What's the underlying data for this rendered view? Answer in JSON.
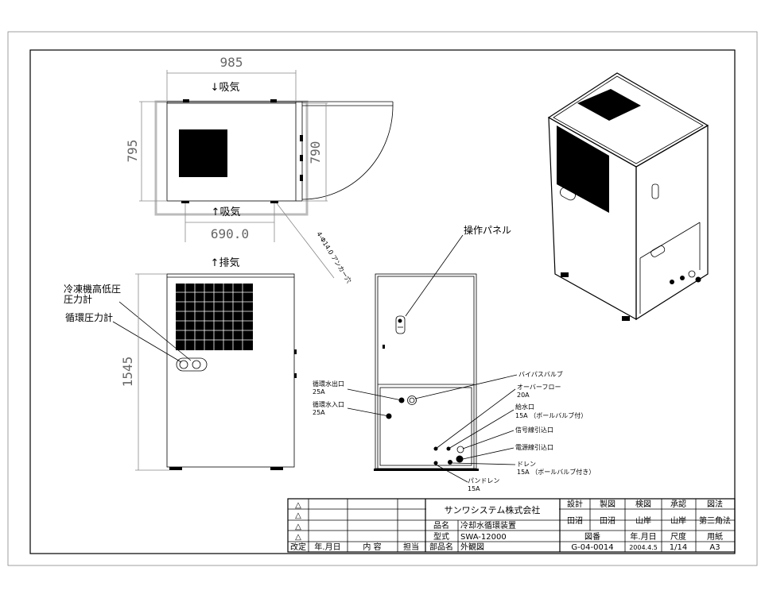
{
  "top_view": {
    "width_dim": "985",
    "intake_top": "↓吸気",
    "intake_bottom": "↑吸気",
    "depth_dim": "795",
    "inner_depth_dim": "790",
    "anchor_span_dim": "690.0",
    "anchor_note": "4-Φ14.0 アンカー穴"
  },
  "front_view": {
    "exhaust": "↑排気",
    "height_dim": "1545",
    "label_refrig_gauge_1": "冷凍機高低圧",
    "label_refrig_gauge_2": "圧力計",
    "label_circ_gauge": "循環圧力計"
  },
  "side_view": {
    "control_panel": "操作パネル",
    "circ_out": "循環水出口",
    "circ_out_size": "25A",
    "circ_in": "循環水入口",
    "circ_in_size": "25A",
    "bypass": "バイパスバルブ",
    "overflow": "オーバーフロー",
    "overflow_size": "20A",
    "supply": "給水口",
    "supply_size": "15A （ボールバルブ付）",
    "signal_inlet": "信号線引込口",
    "power_inlet": "電源線引込口",
    "drain": "ドレン",
    "drain_size": "15A （ボールバルブ付き）",
    "pan_drain": "パンドレン",
    "pan_drain_size": "15A"
  },
  "title_block": {
    "revision_mark": "△",
    "col_revision": "改定",
    "col_date": "年.月日",
    "col_content": "内 容",
    "col_person": "担当",
    "company": "サンワシステム株式会社",
    "label_product": "品名",
    "product": "冷却水循環装置",
    "label_model": "型式",
    "model": "SWA-12000",
    "label_part": "部品名",
    "part": "外観図",
    "label_design": "設計",
    "label_drawing": "製図",
    "label_check": "検図",
    "label_approve": "承認",
    "label_projection": "図法",
    "design": "田沼",
    "drawing": "田沼",
    "check": "山岸",
    "approve": "山岸",
    "projection": "第三角法",
    "label_drawing_no": "図番",
    "label_date": "年.月日",
    "label_scale": "尺度",
    "label_paper": "用紙",
    "drawing_no": "G-04-0014",
    "date": "2004.4.5",
    "scale": "1/14",
    "paper": "A3"
  }
}
